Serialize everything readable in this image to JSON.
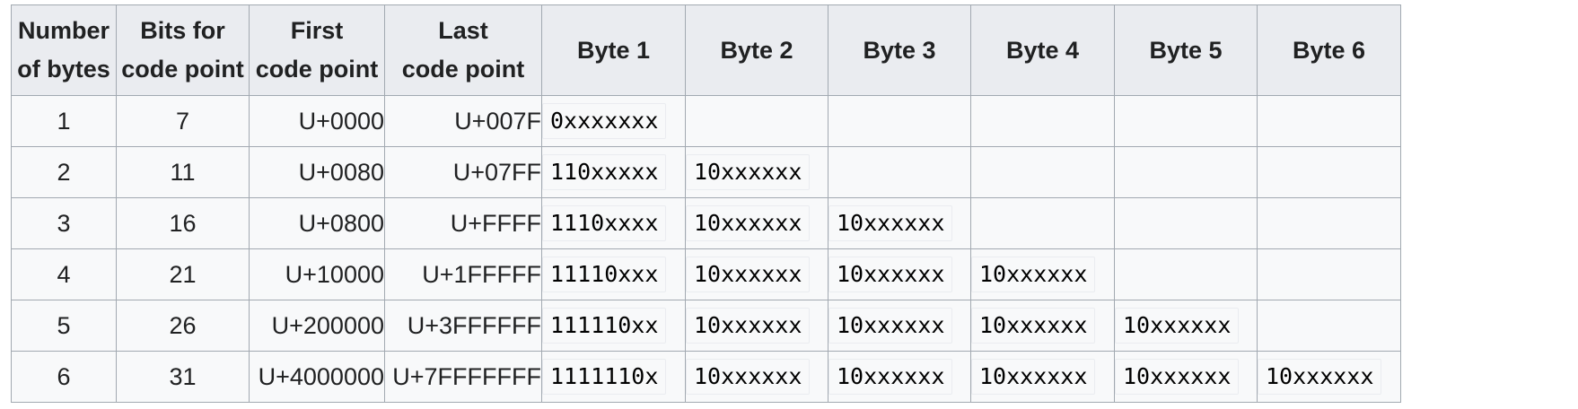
{
  "table": {
    "headers": [
      [
        "Number",
        "of bytes"
      ],
      [
        "Bits for",
        "code point"
      ],
      [
        "First",
        "code point"
      ],
      [
        "Last",
        "code point"
      ],
      [
        "Byte 1"
      ],
      [
        "Byte 2"
      ],
      [
        "Byte 3"
      ],
      [
        "Byte 4"
      ],
      [
        "Byte 5"
      ],
      [
        "Byte 6"
      ]
    ],
    "rows": [
      {
        "num_bytes": "1",
        "bits": "7",
        "first": "U+0000",
        "last": "U+007F",
        "bytes": [
          "0xxxxxxx"
        ]
      },
      {
        "num_bytes": "2",
        "bits": "11",
        "first": "U+0080",
        "last": "U+07FF",
        "bytes": [
          "110xxxxx",
          "10xxxxxx"
        ]
      },
      {
        "num_bytes": "3",
        "bits": "16",
        "first": "U+0800",
        "last": "U+FFFF",
        "bytes": [
          "1110xxxx",
          "10xxxxxx",
          "10xxxxxx"
        ]
      },
      {
        "num_bytes": "4",
        "bits": "21",
        "first": "U+10000",
        "last": "U+1FFFFF",
        "bytes": [
          "11110xxx",
          "10xxxxxx",
          "10xxxxxx",
          "10xxxxxx"
        ]
      },
      {
        "num_bytes": "5",
        "bits": "26",
        "first": "U+200000",
        "last": "U+3FFFFFF",
        "bytes": [
          "111110xx",
          "10xxxxxx",
          "10xxxxxx",
          "10xxxxxx",
          "10xxxxxx"
        ]
      },
      {
        "num_bytes": "6",
        "bits": "31",
        "first": "U+4000000",
        "last": "U+7FFFFFFF",
        "bytes": [
          "1111110x",
          "10xxxxxx",
          "10xxxxxx",
          "10xxxxxx",
          "10xxxxxx",
          "10xxxxxx"
        ]
      }
    ],
    "colors": {
      "header_bg": "#eaecf0",
      "cell_bg": "#f8f9fa",
      "unused_cell_bg": "#aaaaaa",
      "border": "#a2a9b1"
    }
  }
}
